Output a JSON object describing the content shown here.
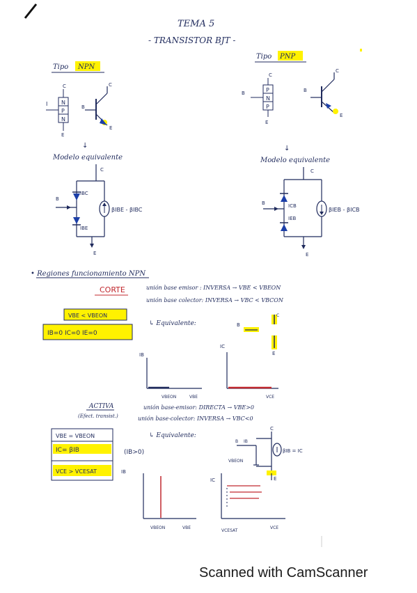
{
  "header": {
    "title": "TEMA 5",
    "subtitle": "- TRANSISTOR BJT -"
  },
  "npn": {
    "tipo_label": "Tipo",
    "tipo_value": "NPN",
    "terminal_c": "C",
    "terminal_b": "B",
    "terminal_e": "E",
    "block_letters": [
      "N",
      "P",
      "N"
    ],
    "base_label_block": "I",
    "modelo_label": "Modelo equivalente",
    "ibc_label": "IBC",
    "ibe_label": "IBE",
    "source_label": "βIBE - βIBC"
  },
  "pnp": {
    "tipo_label": "Tipo",
    "tipo_value": "PNP",
    "terminal_c": "C",
    "terminal_b": "B",
    "terminal_e": "E",
    "block_letters": [
      "P",
      "N",
      "P"
    ],
    "modelo_label": "Modelo equivalente",
    "icb_label": "ICB",
    "ieb_label": "IEB",
    "source_label": "βIEB - βICB"
  },
  "regiones": {
    "heading": "• Regiones funcionamiento NPN",
    "corte": {
      "title": "CORTE",
      "line1": "unión base emisor : INVERSA → VBE < VBEON",
      "line2": "unión base colector: INVERSA → VBC < VBCON",
      "box1": "VBE < VBEON",
      "box2": "IB=0   IC=0   IE=0",
      "equiv": "↳ Equivalente:",
      "eq_b": "B",
      "eq_c": "C",
      "eq_e": "E",
      "graph1_y": "IB",
      "graph1_x1": "VBEON",
      "graph1_x2": "VBE",
      "graph2_y": "IC",
      "graph2_x": "VCE"
    },
    "activa": {
      "title": "ACTIVA",
      "subtitle": "(Efect. transist.)",
      "line1": "unión base-emisor: DIRECTA → VBE>0",
      "line2": "unión base-colector: INVERSA → VBC<0",
      "equiv": "↳ Equivalente:",
      "box1": "VBE = VBEON",
      "box2": "IC= βIB",
      "box2_extra": "(IB>0)",
      "box3": "VCE > VCESAT",
      "eq_b": "B",
      "eq_ib": "IB",
      "eq_c": "C",
      "eq_e": "E",
      "eq_vbeon": "VBEON",
      "eq_source": "βIB = IC",
      "graph1_y": "IB",
      "graph1_x1": "VBEON",
      "graph1_x2": "VBE",
      "graph2_y": "IC",
      "graph2_x1": "VCESAT",
      "graph2_x2": "VCE"
    }
  },
  "footer": {
    "watermark": "Scanned with CamScanner"
  },
  "colors": {
    "ink": "#1f2a5c",
    "highlight": "#fff200",
    "red": "#c0272d",
    "arrow_blue": "#1c3fa8"
  }
}
